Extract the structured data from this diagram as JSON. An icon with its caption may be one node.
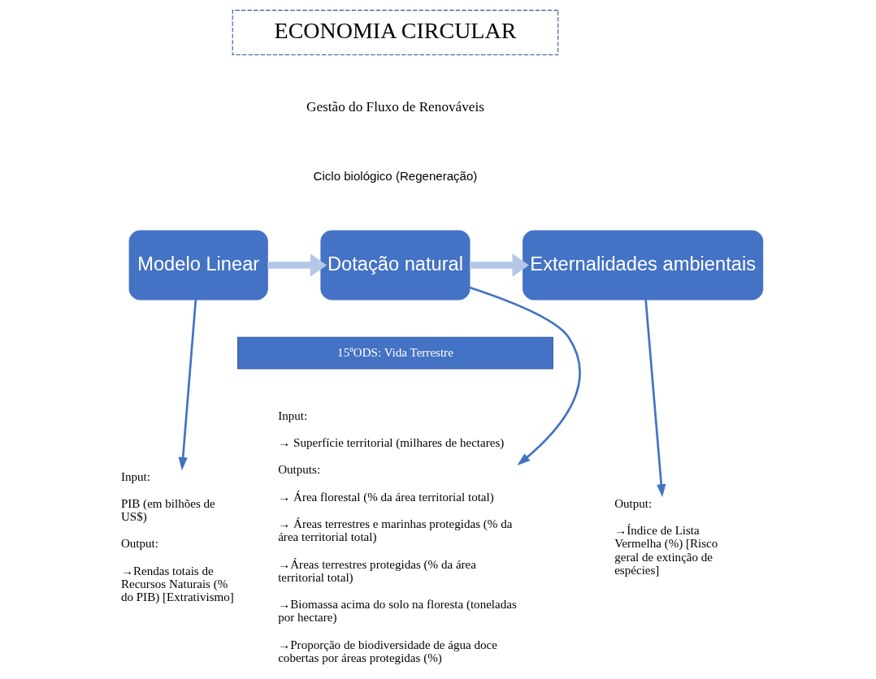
{
  "diagram": {
    "nodes": [
      {
        "text": [
          "ECONOMIA CIRCULAR"
        ]
      },
      {
        "text": [
          "Modelo Linear"
        ]
      },
      {
        "text": [
          "Dotação natural"
        ]
      },
      {
        "text": [
          "Externalidades ambientais"
        ]
      },
      {
        "text": [
          "15ºODS: Vida Terrestre"
        ]
      },
      {
        "text": [
          "Input:",
          "PIB (em bilhões de US$)",
          "Output:",
          "→Rendas totais de Recursos Naturais (% do PIB) [Extrativismo]"
        ]
      },
      {
        "text": [
          "Input:",
          "→ Superfície territorial (milhares de hectares)",
          "Outputs:",
          "→ Área florestal (% da área territorial total)",
          "→ Áreas terrestres e marinhas protegidas (% da área territorial total)",
          "→Áreas terrestres protegidas (% da área territorial total)",
          "→Biomassa acima do solo na floresta (toneladas por hectare)",
          "→Proporção de biodiversidade de água doce cobertas por áreas protegidas (%)"
        ]
      },
      {
        "text": [
          "Output:",
          "→Índice de Lista Vermelha (%) [Risco geral de extinção de espécies]"
        ]
      }
    ],
    "edges": [
      {
        "from": 1,
        "to": 2,
        "arrow": "to",
        "style": "thick",
        "color": "#b4c7e7"
      },
      {
        "from": 2,
        "to": 3,
        "arrow": "to",
        "style": "thick",
        "color": "#b4c7e7"
      },
      {
        "from": 1,
        "to": 5,
        "arrow": "to"
      },
      {
        "from": 2,
        "to": 6,
        "arrow": "to"
      },
      {
        "from": 3,
        "to": 7,
        "arrow": "to"
      }
    ],
    "labels": [
      "Gestão do Fluxo de Renováveis",
      "Ciclo biológico (Regeneração)"
    ]
  }
}
